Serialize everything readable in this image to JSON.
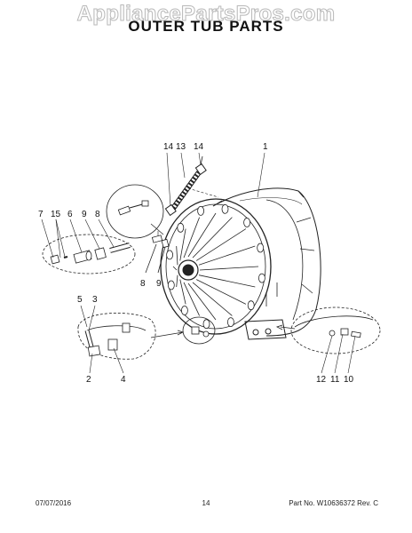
{
  "watermark": "AppliancePartsPros.com",
  "title": "OUTER TUB PARTS",
  "callouts": {
    "c14a": "14",
    "c13": "13",
    "c14b": "14",
    "c1": "1",
    "c7": "7",
    "c15": "15",
    "c6": "6",
    "c9a": "9",
    "c8a": "8",
    "c8b": "8",
    "c9b": "9",
    "c5": "5",
    "c3": "3",
    "c2": "2",
    "c4": "4",
    "c12": "12",
    "c11": "11",
    "c10": "10"
  },
  "footer": {
    "date": "07/07/2016",
    "page": "14",
    "part_number": "Part No. W10636372  Rev. C"
  }
}
